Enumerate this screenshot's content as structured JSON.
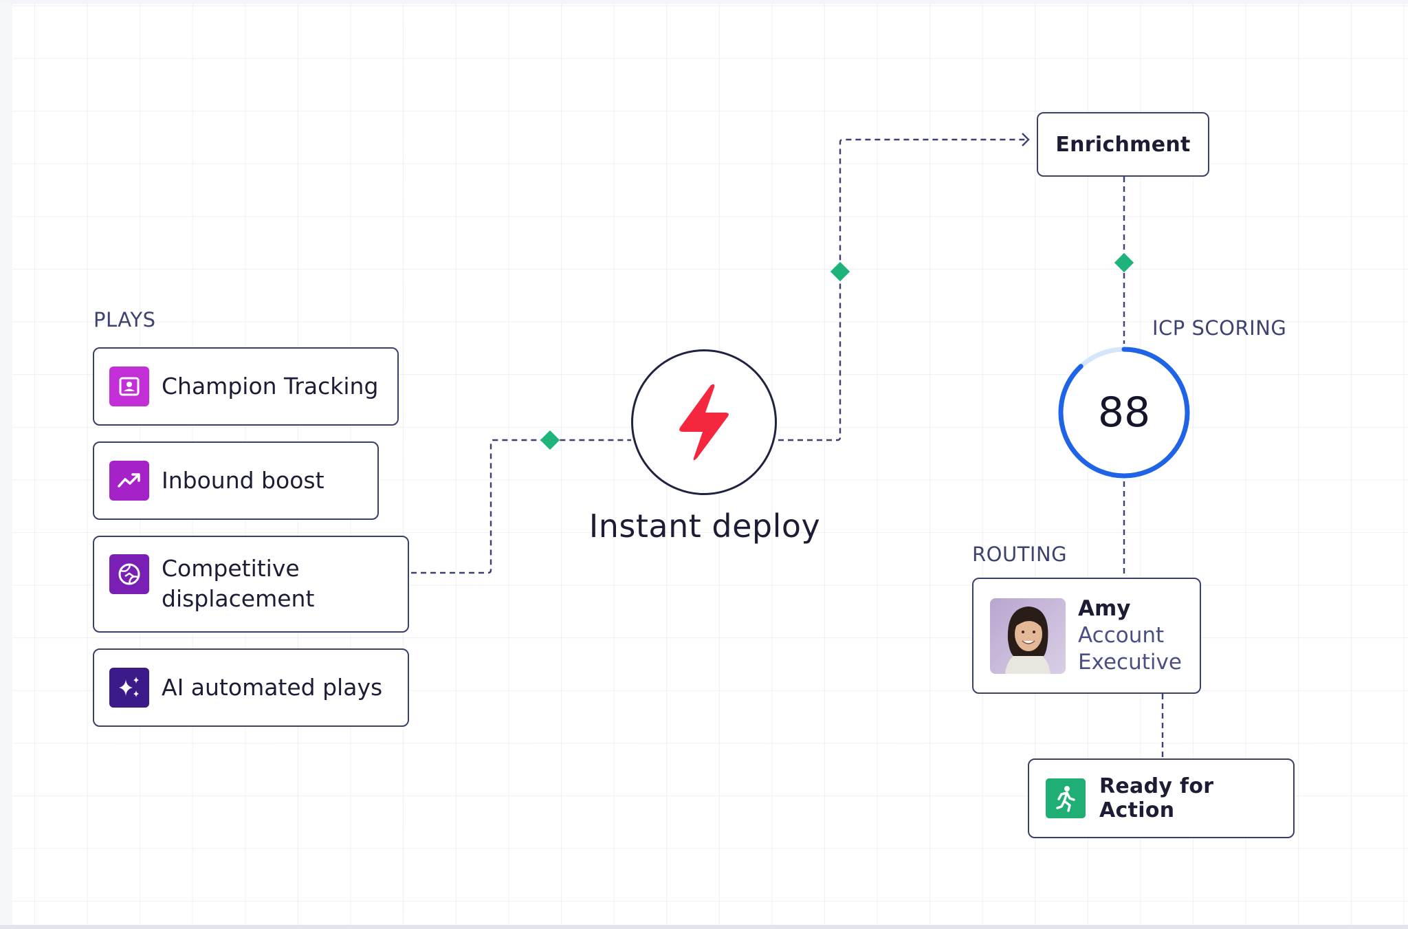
{
  "plays": {
    "title": "PLAYS",
    "items": [
      {
        "label": "Champion Tracking",
        "icon": "contact-card-icon",
        "color": "#c32fd6"
      },
      {
        "label": "Inbound boost",
        "icon": "trending-up-icon",
        "color": "#a523c6"
      },
      {
        "label": "Competitive displacement",
        "icon": "globe-exchange-icon",
        "color": "#7a1fb4"
      },
      {
        "label": "AI automated plays",
        "icon": "sparkles-icon",
        "color": "#3b1a8a"
      }
    ]
  },
  "deploy": {
    "label": "Instant deploy",
    "icon": "lightning-bolt-icon",
    "color": "#f5273f"
  },
  "enrichment": {
    "label": "Enrichment"
  },
  "icp_scoring": {
    "title": "ICP SCORING",
    "score": "88",
    "fraction": 0.88,
    "ring_color": "#1f63e6",
    "track_color": "#d5e6fb"
  },
  "routing": {
    "title": "ROUTING",
    "name": "Amy",
    "role": "Account Executive"
  },
  "action": {
    "label": "Ready for Action",
    "icon": "running-person-icon",
    "color": "#1fae74"
  },
  "connector_marker_color": "#1db37a"
}
